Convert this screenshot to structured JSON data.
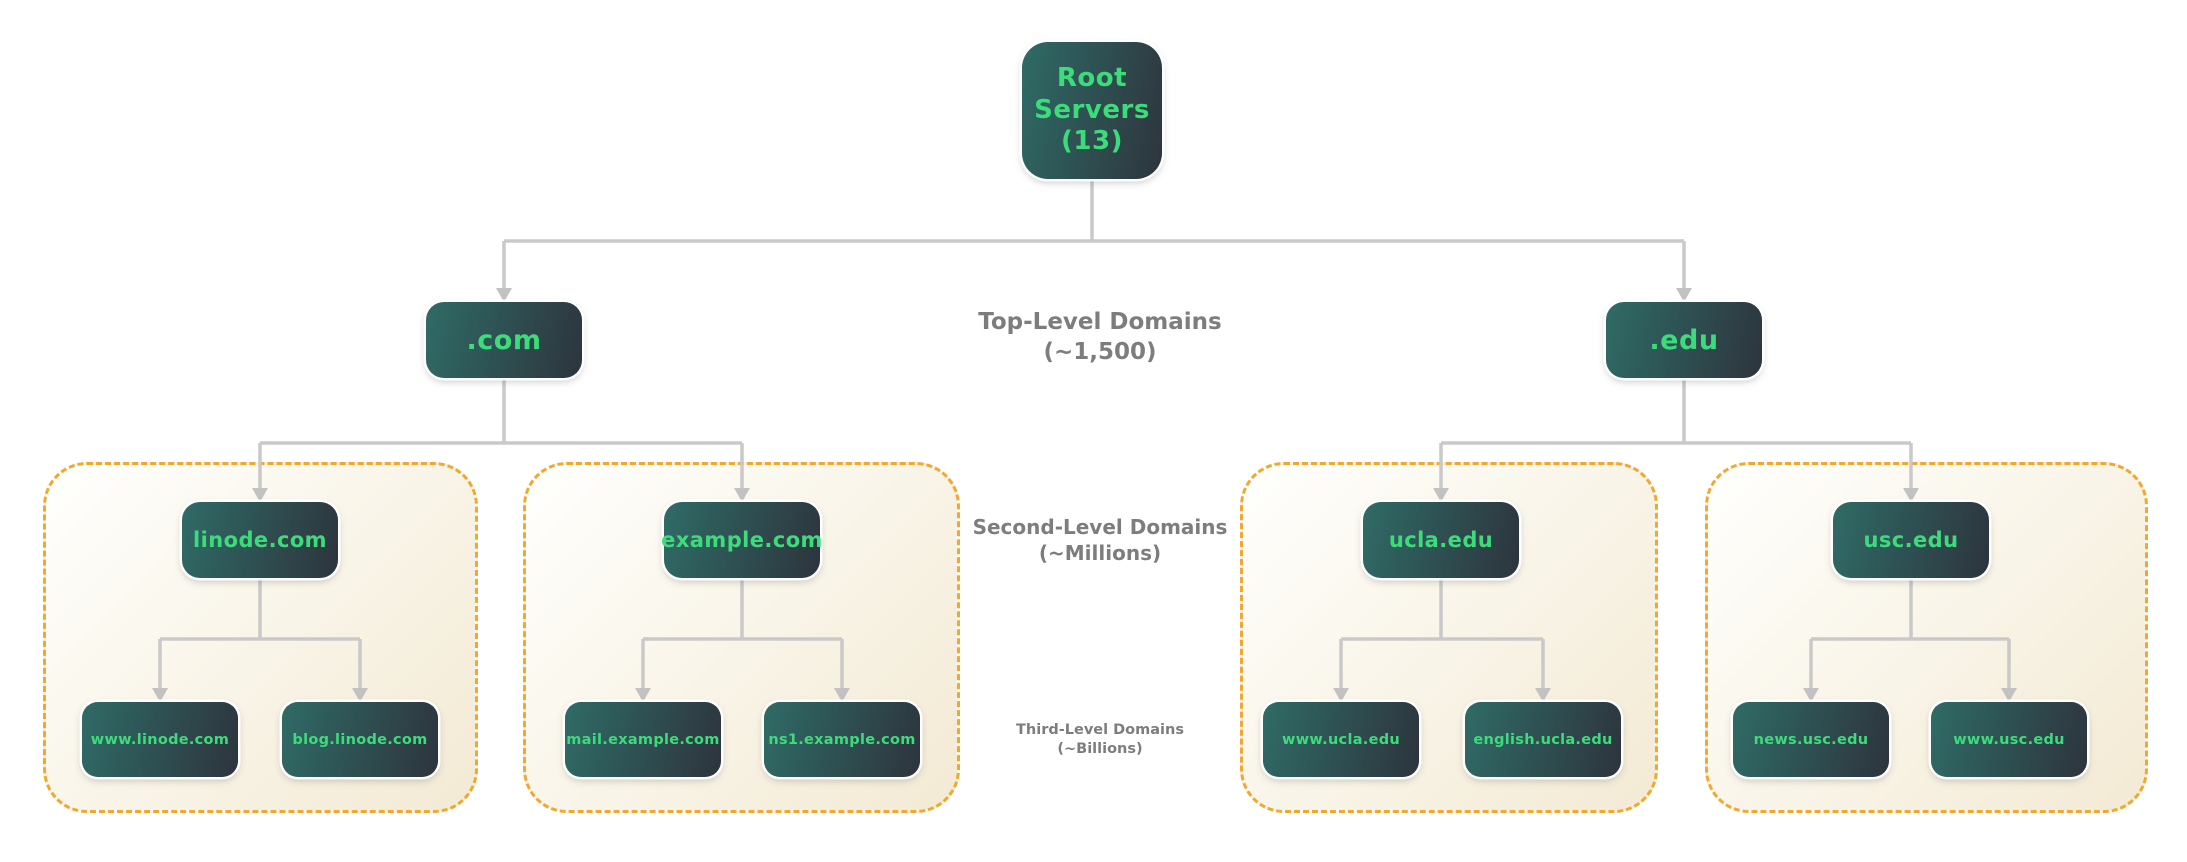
{
  "diagram": {
    "title_implied": "DNS domain hierarchy",
    "root": {
      "label": "Root Servers (13)",
      "lines": [
        "Root",
        "Servers",
        "(13)"
      ]
    },
    "tlds": [
      {
        "label": ".com"
      },
      {
        "label": ".edu"
      }
    ],
    "groups": [
      {
        "sld": "linode.com",
        "children": [
          "www.linode.com",
          "blog.linode.com"
        ]
      },
      {
        "sld": "example.com",
        "children": [
          "mail.example.com",
          "ns1.example.com"
        ]
      },
      {
        "sld": "ucla.edu",
        "children": [
          "www.ucla.edu",
          "english.ucla.edu"
        ]
      },
      {
        "sld": "usc.edu",
        "children": [
          "news.usc.edu",
          "www.usc.edu"
        ]
      }
    ],
    "level_labels": [
      {
        "line1": "Top-Level Domains",
        "line2": "(~1,500)"
      },
      {
        "line1": "Second-Level Domains",
        "line2": "(~Millions)"
      },
      {
        "line1": "Third-Level Domains",
        "line2": "(~Billions)"
      }
    ],
    "colors": {
      "node_text": "#3ddc7b",
      "node_gradient_start": "#2f6b66",
      "node_gradient_end": "#2d343d",
      "group_border": "#f2a82f",
      "group_bg_start": "#fffffd",
      "group_bg_end": "#f3ead4",
      "connector": "#c9c9c9",
      "label_text": "#7d7d7d",
      "background": "#ffffff"
    }
  }
}
